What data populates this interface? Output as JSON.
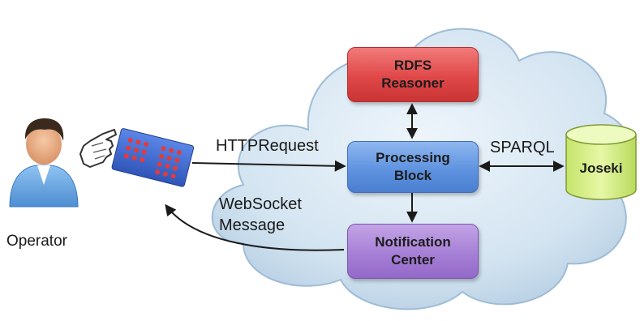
{
  "diagram": {
    "operator_label": "Operator",
    "http_label": "HTTPRequest",
    "sparql_label": "SPARQL",
    "websocket_line1": "WebSocket",
    "websocket_line2": "Message",
    "rdfs": {
      "line1": "RDFS",
      "line2": "Reasoner"
    },
    "processing": {
      "line1": "Processing",
      "line2": "Block"
    },
    "notification": {
      "line1": "Notification",
      "line2": "Center"
    },
    "joseki_label": "Joseki"
  },
  "colors": {
    "rdfs": "#e04848",
    "processing": "#5f93e0",
    "notification": "#a67fd6",
    "joseki": "#d6f08a",
    "cloud": "#cfe2f0",
    "keypad": "#3f6ad4",
    "key": "#e23b3b"
  },
  "icons": {
    "operator": "person-icon",
    "hand": "pointing-hand-icon",
    "keypad": "keypad-icon",
    "database": "database-cylinder-icon",
    "cloud": "cloud-shape"
  }
}
